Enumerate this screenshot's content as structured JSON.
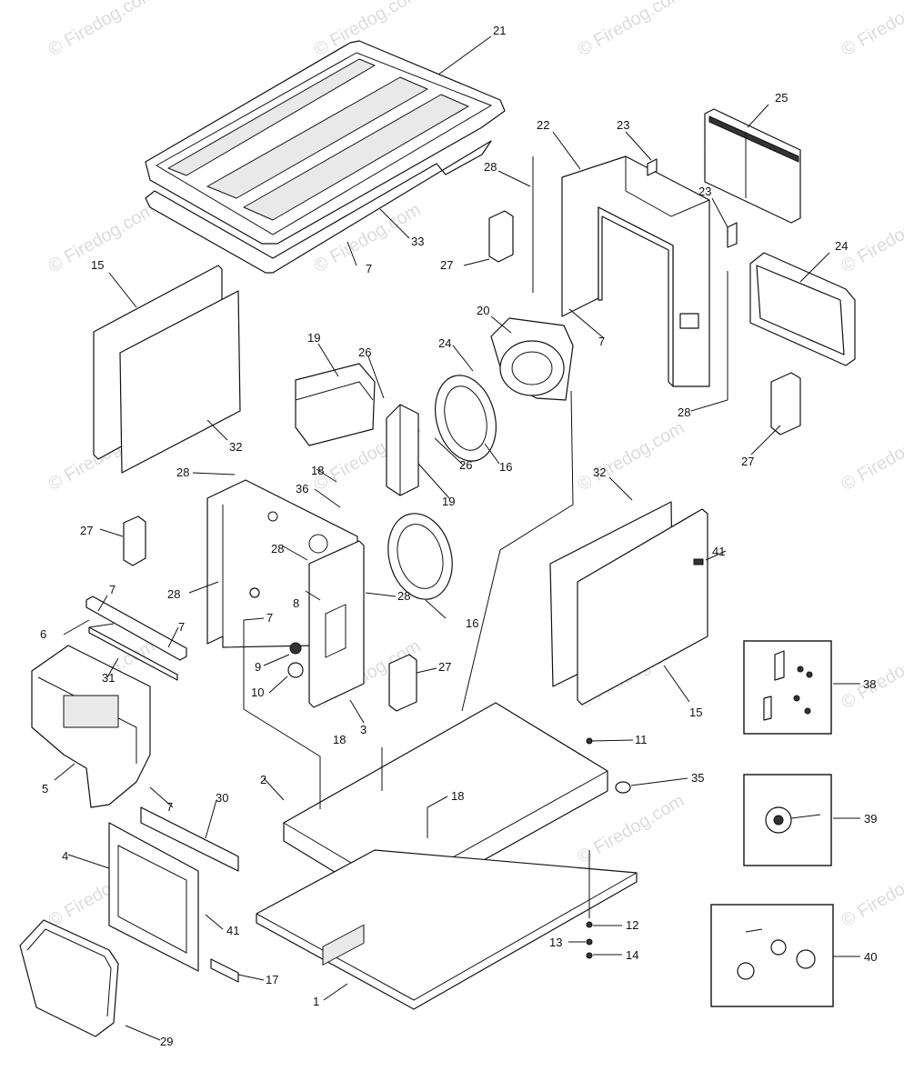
{
  "watermark": "© Firedog.com",
  "part_labels": {
    "p1": "1",
    "p2": "2",
    "p3": "3",
    "p4": "4",
    "p5": "5",
    "p6": "6",
    "p7a": "7",
    "p7b": "7",
    "p7c": "7",
    "p7d": "7",
    "p7e": "7",
    "p7f": "7",
    "p8": "8",
    "p9": "9",
    "p10": "10",
    "p11": "11",
    "p12": "12",
    "p13": "13",
    "p14": "14",
    "p15a": "15",
    "p15b": "15",
    "p16a": "16",
    "p16b": "16",
    "p17": "17",
    "p18a": "18",
    "p18b": "18",
    "p18c": "18",
    "p19a": "19",
    "p19b": "19",
    "p20": "20",
    "p21": "21",
    "p22": "22",
    "p23a": "23",
    "p23b": "23",
    "p24a": "24",
    "p24b": "24",
    "p25": "25",
    "p26a": "26",
    "p26b": "26",
    "p27a": "27",
    "p27b": "27",
    "p27c": "27",
    "p27d": "27",
    "p28a": "28",
    "p28b": "28",
    "p28c": "28",
    "p28d": "28",
    "p28e": "28",
    "p28f": "28",
    "p29": "29",
    "p30": "30",
    "p31": "31",
    "p32a": "32",
    "p32b": "32",
    "p33": "33",
    "p35": "35",
    "p36": "36",
    "p38": "38",
    "p39": "39",
    "p40": "40",
    "p41a": "41",
    "p41b": "41"
  }
}
